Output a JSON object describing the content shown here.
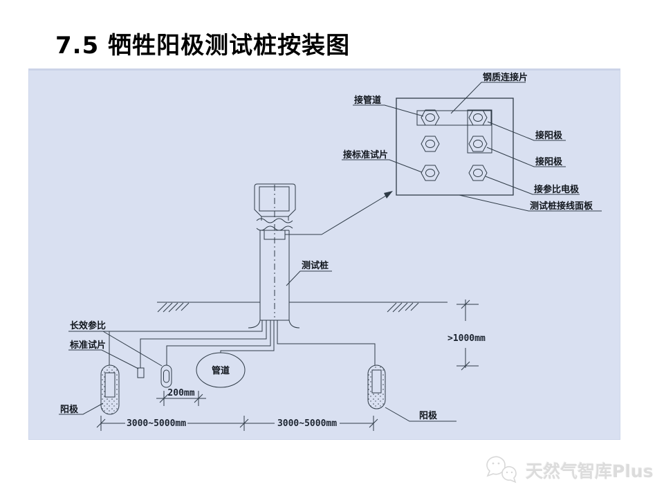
{
  "page": {
    "title": "7.5 牺牲阳极测试桩按装图"
  },
  "panel_detail": {
    "labels": {
      "steel_connector": "钢质连接片",
      "pipe_terminal": "接管道",
      "anode_terminal_top": "接阳极",
      "anode_terminal_mid": "接阳极",
      "reference_terminal": "接参比电极",
      "coupon_terminal": "接标准试片",
      "panel_caption": "测试桩接线面板"
    }
  },
  "site": {
    "labels": {
      "test_post": "测试桩",
      "long_term_reference": "长效参比",
      "standard_coupon": "标准试片",
      "anode_left": "阳极",
      "anode_right": "阳极",
      "pipeline": "管道"
    },
    "dimensions": {
      "anode_spacing_left": "3000~5000mm",
      "anode_spacing_right": "3000~5000mm",
      "pipe_offset": "200mm",
      "burial_depth": ">1000mm"
    }
  },
  "watermark": {
    "text": "天然气智库Plus",
    "icon": "chat-bubbles-icon"
  },
  "colors": {
    "page_bg": "#ffffff",
    "canvas_bg": "#d9e0f1",
    "line": "#2e3a46",
    "watermark": "#dcdcdc"
  }
}
